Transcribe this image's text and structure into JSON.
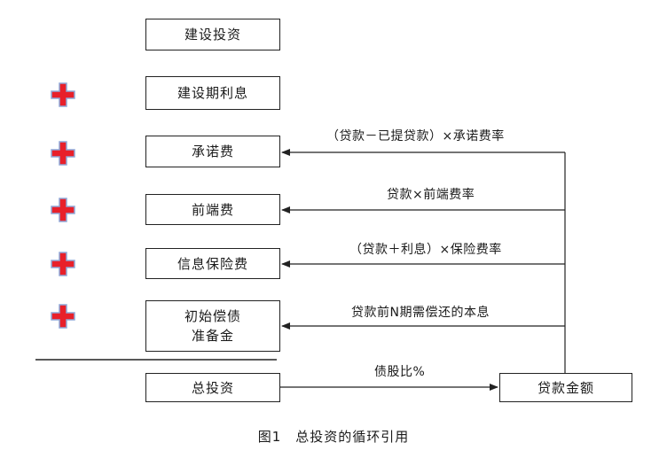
{
  "boxes": {
    "construction_investment": "建设投资",
    "construction_interest": "建设期利息",
    "commitment_fee": "承诺费",
    "front_end_fee": "前端费",
    "credit_insurance_fee": "信息保险费",
    "initial_reserve_line1": "初始偿债",
    "initial_reserve_line2": "准备金",
    "total_investment": "总投资",
    "loan_amount": "贷款金额"
  },
  "arrow_labels": {
    "commitment": "（贷款－已提贷款）×承诺费率",
    "front_end": "贷款×前端费率",
    "insurance": "（贷款＋利息）×保险费率",
    "reserve": "贷款前N期需偿还的本息",
    "debt_ratio": "债股比%"
  },
  "caption": "图1　总投资的循环引用",
  "colors": {
    "plus_fill": "#e8202a",
    "plus_border": "#8fa8d8",
    "line": "#222222"
  }
}
